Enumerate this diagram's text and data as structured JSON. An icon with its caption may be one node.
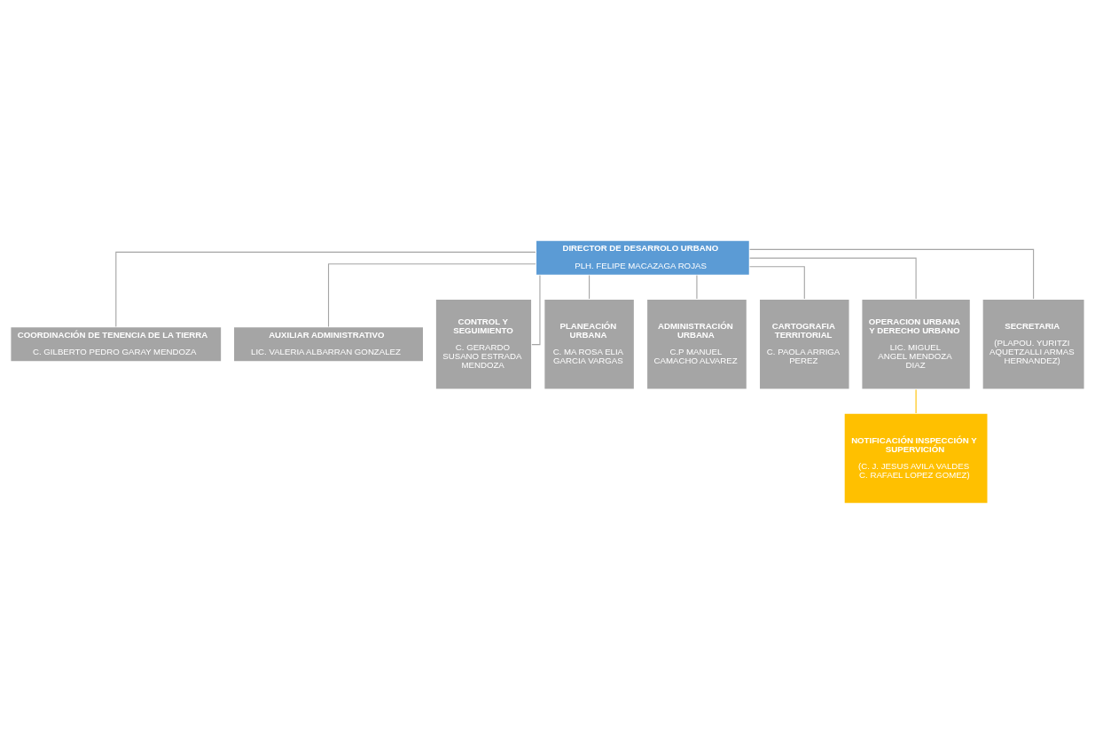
{
  "diagram": {
    "nodes": [
      {
        "text": [
          "DIRECTOR DE DESARROLO URBANO",
          "PLH. FELIPE MACAZAGA ROJAS"
        ]
      },
      {
        "text": [
          "COORDINACIÓN DE TENENCIA DE LA TIERRA",
          "C. GILBERTO PEDRO GARAY MENDOZA"
        ]
      },
      {
        "text": [
          "AUXILIAR ADMINISTRATIVO",
          "LIC. VALERIA ALBARRAN GONZALEZ"
        ]
      },
      {
        "text": [
          "CONTROL Y SEGUIMIENTO",
          "C. GERARDO SUSANO ESTRADA MENDOZA"
        ]
      },
      {
        "text": [
          "PLANEACIÓN URBANA",
          "C. MA ROSA ELIA GARCIA VARGAS"
        ]
      },
      {
        "text": [
          "ADMINISTRACIÓN URBANA",
          "C.P MANUEL CAMACHO ALVAREZ"
        ]
      },
      {
        "text": [
          "CARTOGRAFIA TERRITORIAL",
          "C. PAOLA ARRIGA PEREZ"
        ]
      },
      {
        "text": [
          "OPERACION URBANA Y DERECHO URBANO",
          "LIC. MIGUEL ANGEL MENDOZA DIAZ"
        ]
      },
      {
        "text": [
          "SECRETARIA",
          "(PLAPOU. YURITZI AQUETZALLI ARMAS HERNANDEZ)"
        ]
      },
      {
        "text": [
          "NOTIFICACIÓN INSPECCIÓN Y SUPERVICIÓN",
          "(C. J. JESUS AVILA VALDES C. RAFAEL LOPEZ GOMEZ)"
        ]
      }
    ],
    "edges": [
      {
        "from": 0,
        "to": 1,
        "arrow": "none"
      },
      {
        "from": 0,
        "to": 2,
        "arrow": "none"
      },
      {
        "from": 0,
        "to": 3,
        "arrow": "none"
      },
      {
        "from": 0,
        "to": 4,
        "arrow": "none"
      },
      {
        "from": 0,
        "to": 5,
        "arrow": "none"
      },
      {
        "from": 0,
        "to": 6,
        "arrow": "none"
      },
      {
        "from": 0,
        "to": 7,
        "arrow": "none"
      },
      {
        "from": 0,
        "to": 8,
        "arrow": "none"
      },
      {
        "from": 7,
        "to": 9,
        "arrow": "none",
        "color": "#ffc000"
      }
    ]
  }
}
